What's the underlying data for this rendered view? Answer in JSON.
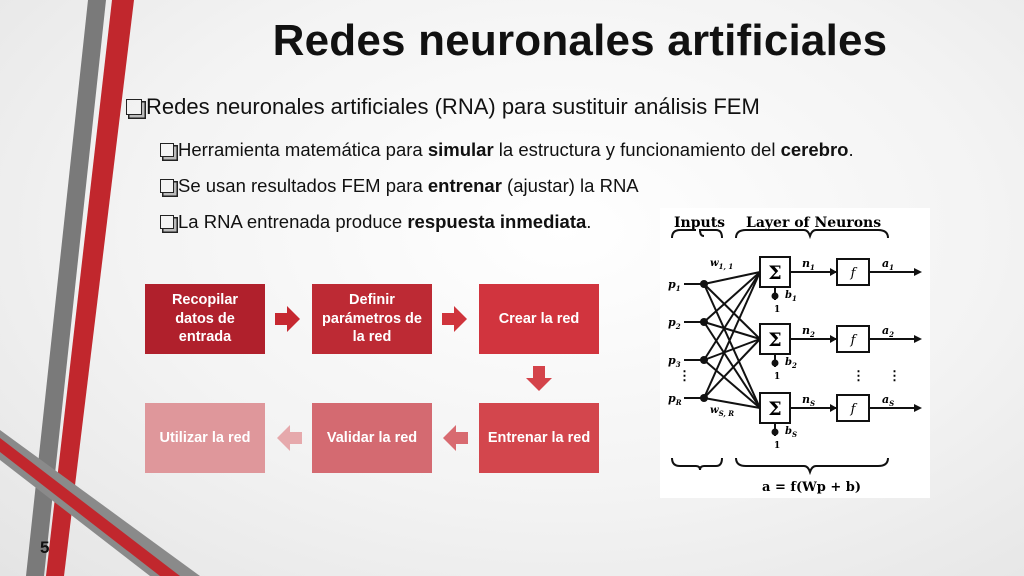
{
  "slide": {
    "title": "Redes neuronales artificiales",
    "page_number": "5"
  },
  "bullets": {
    "main": "Redes neuronales artificiales (RNA) para sustituir análisis FEM",
    "sub1": {
      "pre": "Herramienta matemática para ",
      "bold1": "simular",
      "mid": " la estructura y funcionamiento del ",
      "bold2": "cerebro",
      "post": "."
    },
    "sub2": {
      "pre": "Se usan resultados FEM para ",
      "bold1": "entrenar",
      "post": " (ajustar) la RNA"
    },
    "sub3": {
      "pre": "La RNA entrenada produce ",
      "bold1": "respuesta inmediata",
      "post": "."
    }
  },
  "flow": {
    "step1": "Recopilar datos de entrada",
    "step2": "Definir parámetros de la red",
    "step3": "Crear la red",
    "step4": "Entrenar la red",
    "step5": "Validar la red",
    "step6": "Utilizar la red"
  },
  "network": {
    "inputs_label": "Inputs",
    "layer_label": "Layer of Neurons",
    "inputs": [
      "p",
      "p",
      "p",
      "p"
    ],
    "input_subs": [
      "1",
      "2",
      "3",
      "R"
    ],
    "weight_top": "w",
    "weight_top_sub": "1, 1",
    "weight_bottom": "w",
    "weight_bottom_sub": "S, R",
    "sum_symbol": "Σ",
    "func_symbol": "f",
    "n_labels": [
      "n",
      "n",
      "n"
    ],
    "n_subs": [
      "1",
      "2",
      "S"
    ],
    "a_labels": [
      "a",
      "a",
      "a"
    ],
    "a_subs": [
      "1",
      "2",
      "S"
    ],
    "b_labels": [
      "b",
      "b",
      "b"
    ],
    "b_subs": [
      "1",
      "2",
      "S"
    ],
    "bias_one": "1",
    "equation": "a = f(Wp + b)"
  },
  "colors": {
    "stripe_red": "#c1272d",
    "stripe_gray": "#6d6d6d"
  }
}
